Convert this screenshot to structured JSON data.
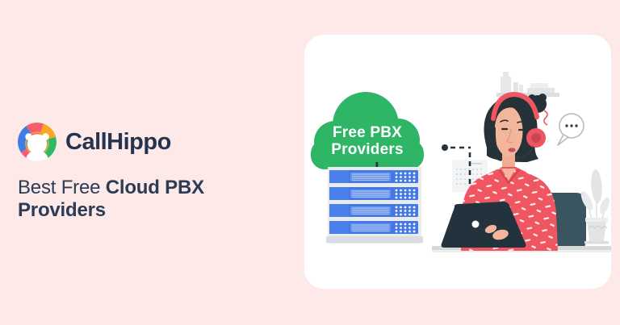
{
  "brand": {
    "name": "CallHippo"
  },
  "heading": {
    "prefix": "Best Free ",
    "emphasis": "Cloud PBX Providers"
  },
  "illustration": {
    "cloud_label_line1": "Free PBX",
    "cloud_label_line2": "Providers",
    "description": "Support agent wearing red headset working on laptop, connected by dashed line to a stack of blue PBX servers under a green cloud"
  },
  "colors": {
    "background": "#fce9e8",
    "card": "#ffffff",
    "heading_text": "#2b3c55",
    "cloud_green": "#2fb566",
    "server_blue": "#4478e5",
    "shirt_red": "#ef5661",
    "headphone_red": "#ef5661",
    "logo_blue": "#407de3",
    "logo_red": "#f75c6d",
    "logo_orange": "#f9a825",
    "logo_green": "#2fb966",
    "dark_ink": "#263238"
  }
}
